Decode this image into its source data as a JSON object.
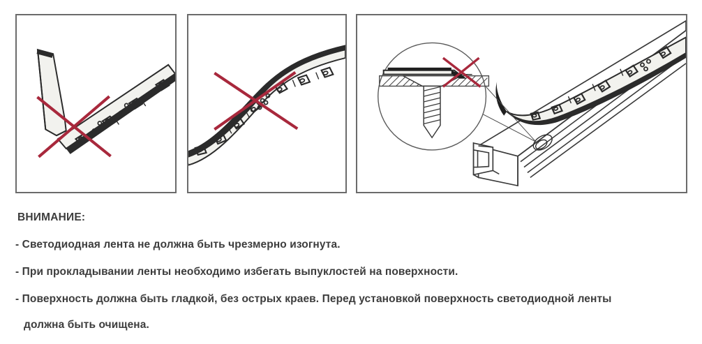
{
  "document": {
    "title": "Предупреждение по монтажу светодиодной ленты",
    "language": "ru"
  },
  "illustrations": {
    "border_color": "#6b6b6b",
    "ink_color": "#2b2b2b",
    "prohibition_color": "#a8283c",
    "pcb_color": "#f2f2ee",
    "panels": [
      {
        "id": "panel-bend",
        "name": "sharp-fold-panel",
        "caption": "Светодиодная лента, сложенная под острым углом — запрещено",
        "marker": "red-cross"
      },
      {
        "id": "panel-wave",
        "name": "wavy-bend-panel",
        "caption": "Светодиодная лента, изогнутая волной — запрещено",
        "marker": "red-cross"
      },
      {
        "id": "panel-profile",
        "name": "profile-screw-panel",
        "caption": "Лента в алюминиевом профиле над выступающим саморезом — запрещено",
        "marker": "red-cross",
        "detail_callout": "Увеличенный вид головки самореза под лентой"
      }
    ]
  },
  "notes": {
    "heading": "ВНИМАНИЕ:",
    "lines": [
      {
        "text": "- Светодиодная лента не должна быть чрезмерно изогнута.",
        "indented": false
      },
      {
        "text": "- При прокладывании ленты необходимо избегать выпуклостей на поверхности.",
        "indented": false
      },
      {
        "text": "- Поверхность должна быть гладкой, без острых краев. Перед установкой поверхность светодиодной ленты",
        "indented": false
      },
      {
        "text": "должна быть очищена.",
        "indented": true
      }
    ]
  }
}
